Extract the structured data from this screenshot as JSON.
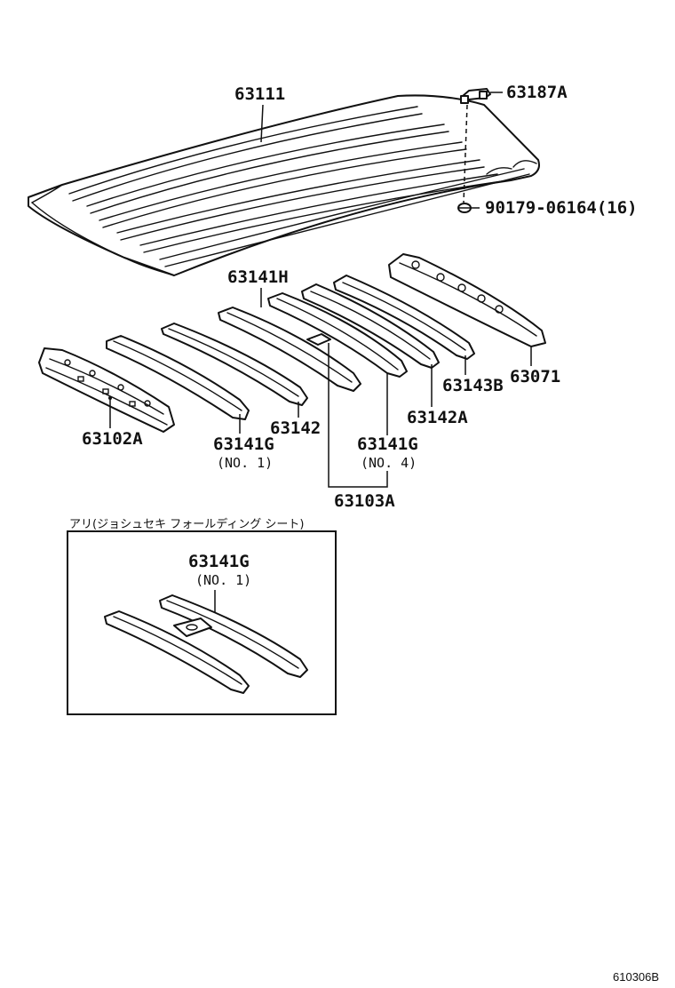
{
  "parts": {
    "roof_panel": "63111",
    "clip": "63187A",
    "screw": "90179-06164(16)",
    "front_header": "63102A",
    "bow_no1": "63141G",
    "bow_no1_sub": "(NO. 1)",
    "bow_63142": "63142",
    "bow_63141h": "63141H",
    "bow_no4": "63141G",
    "bow_no4_sub": "(NO. 4)",
    "bow_63142a": "63142A",
    "bow_63143b": "63143B",
    "rear_header": "63071",
    "reinforcement_group": "63103A"
  },
  "inset": {
    "title": "アリ(ジョシュセキ フォールディング シート)",
    "part": "63141G",
    "part_sub": "(NO. 1)"
  },
  "diagram_code": "610306B"
}
